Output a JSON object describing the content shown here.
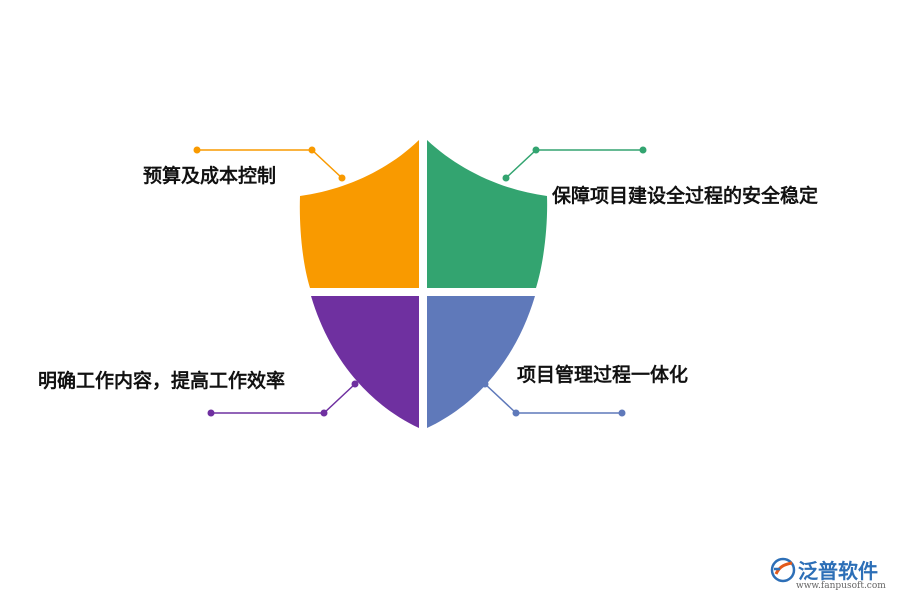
{
  "segments": [
    {
      "id": "tl",
      "label": "预算及成本控制",
      "color": "#f99a00"
    },
    {
      "id": "tr",
      "label": "保障项目建设全过程的安全稳定",
      "color": "#33a470"
    },
    {
      "id": "bl",
      "label": "明确工作内容，提高工作效率",
      "color": "#6f30a0"
    },
    {
      "id": "br",
      "label": "项目管理过程一体化",
      "color": "#5f79ba"
    }
  ],
  "logo": {
    "brand": "泛普软件",
    "url": "www.fanpusoft.com"
  }
}
